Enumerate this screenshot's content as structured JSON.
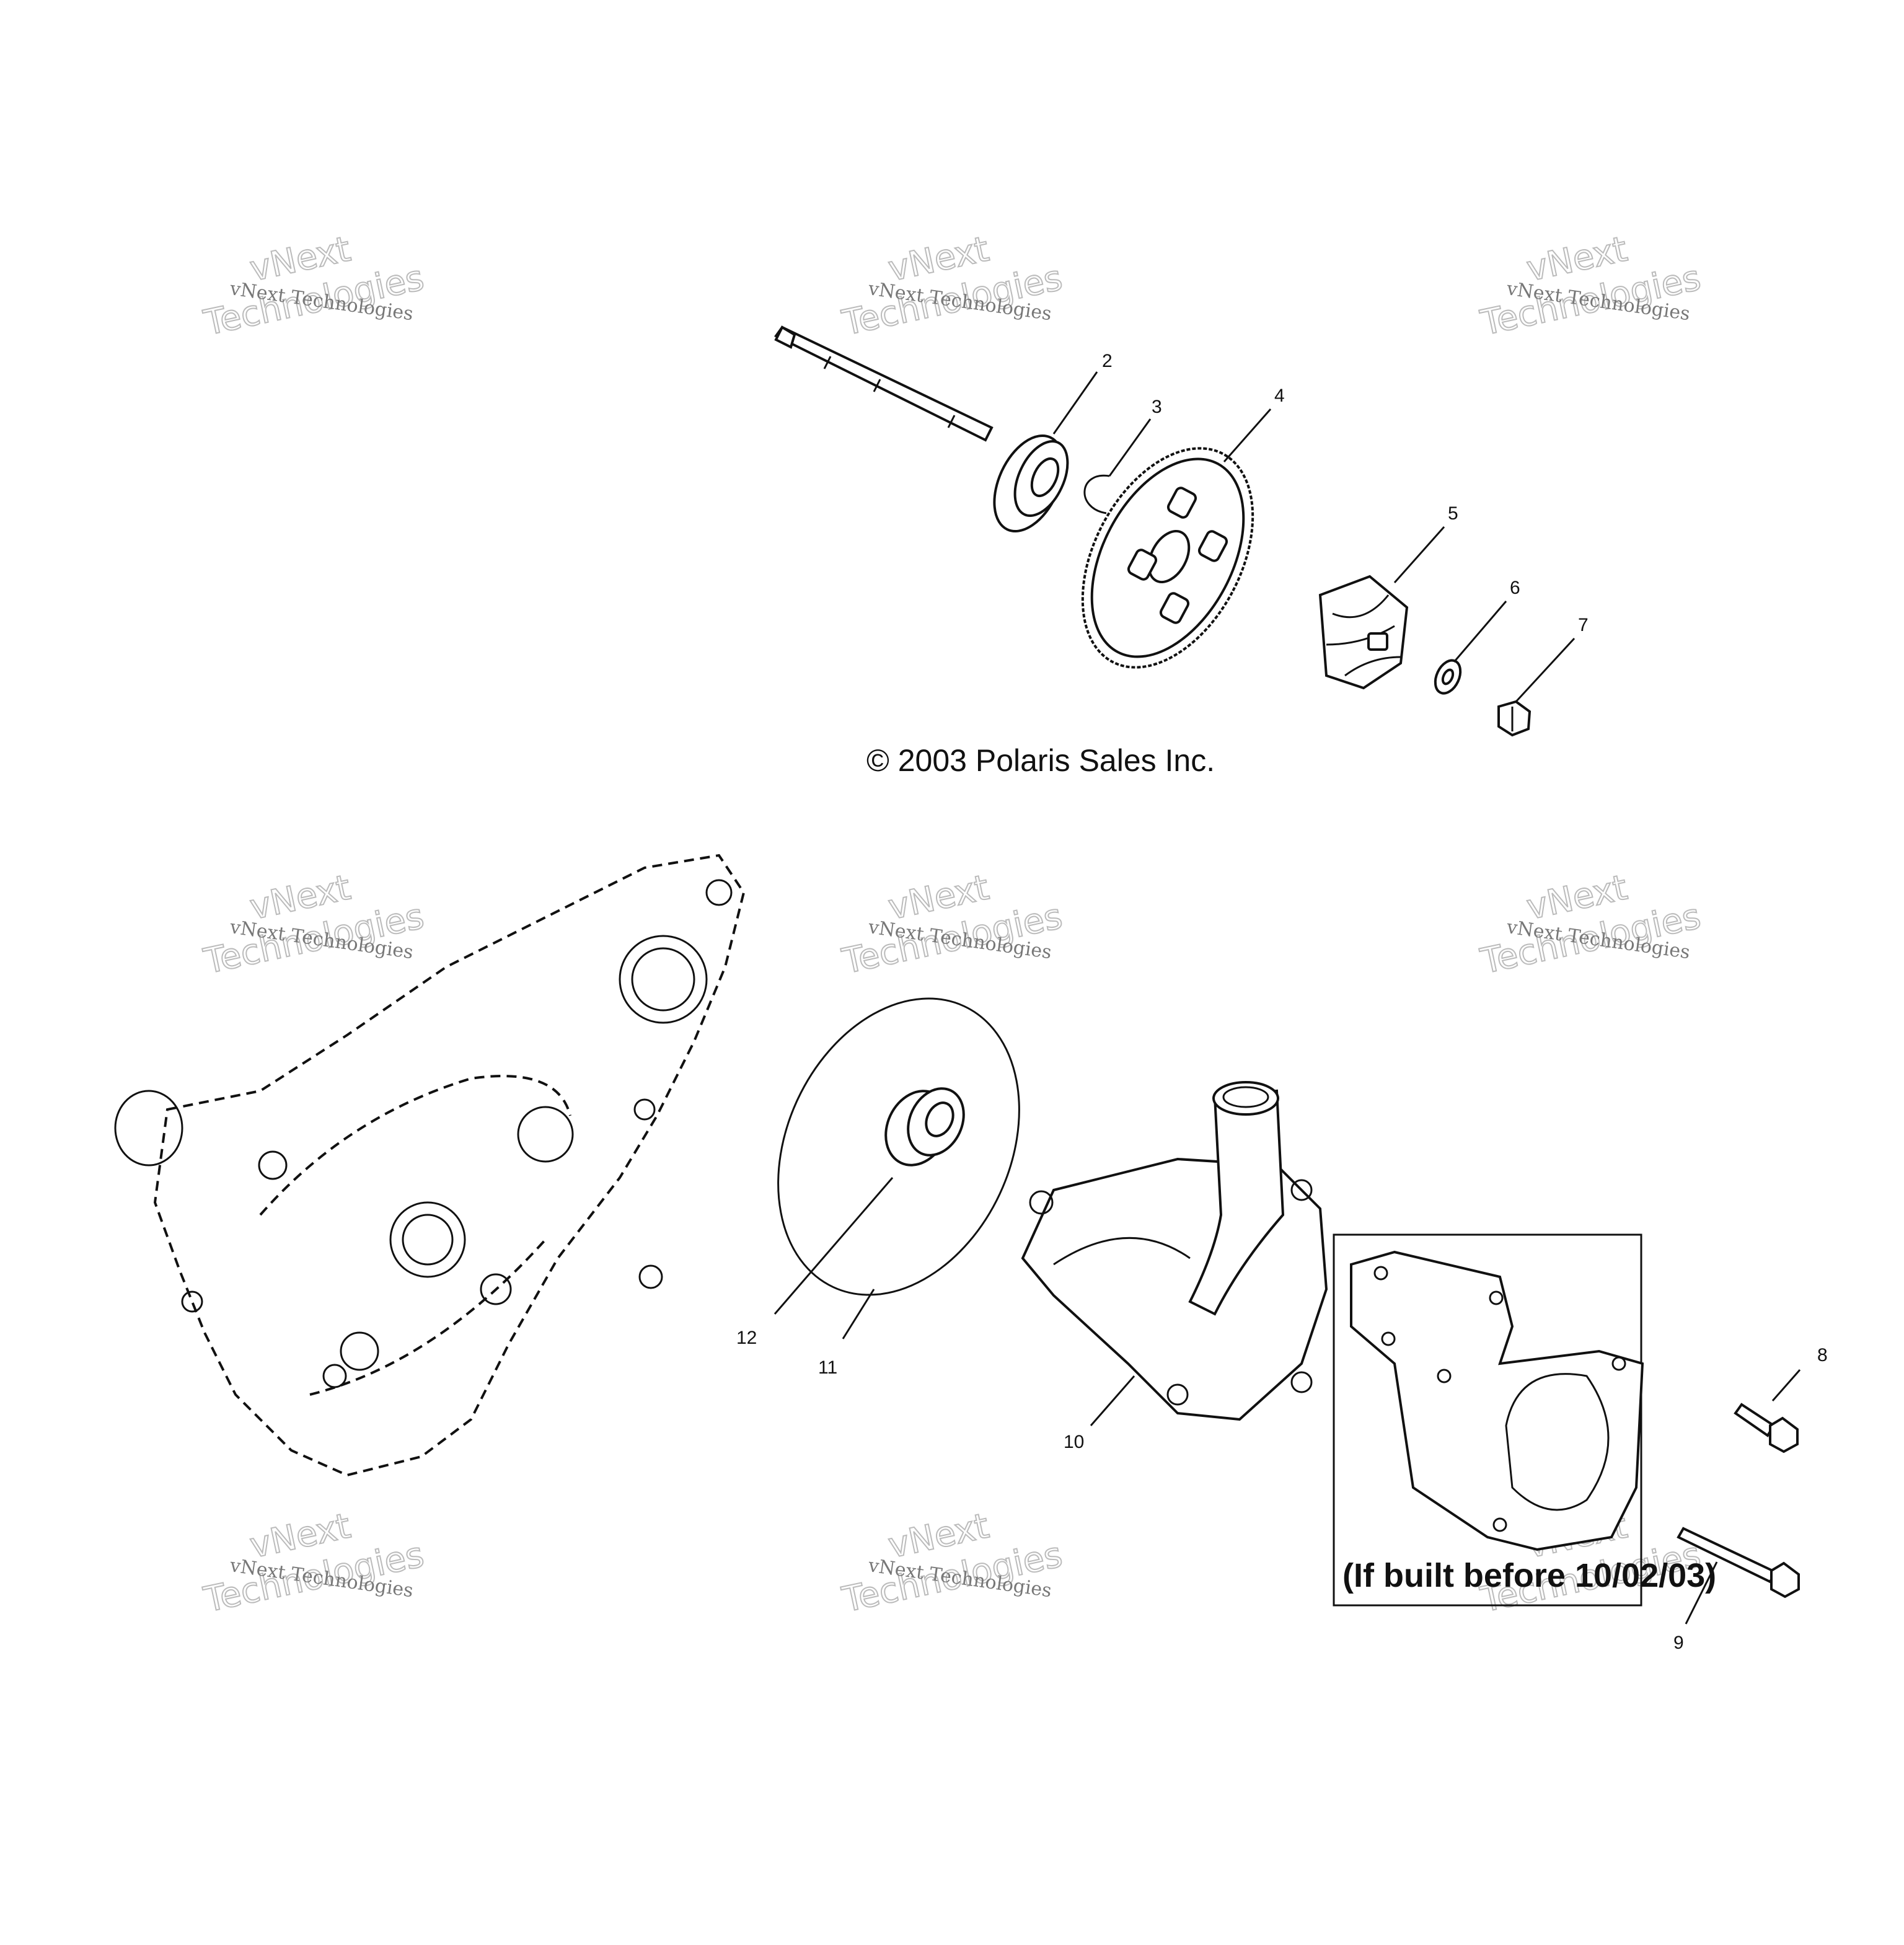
{
  "copyright": "© 2003 Polaris Sales Inc.",
  "inset_note": "(If built before 10/02/03)",
  "watermark": {
    "small_text": "vNext Technologies",
    "big_word_1": "vNext",
    "big_word_2": "Technologies"
  },
  "callouts": {
    "c2": "2",
    "c3": "3",
    "c4": "4",
    "c5": "5",
    "c6": "6",
    "c7": "7",
    "c8": "8",
    "c9": "9",
    "c10": "10",
    "c11": "11",
    "c12": "12"
  }
}
